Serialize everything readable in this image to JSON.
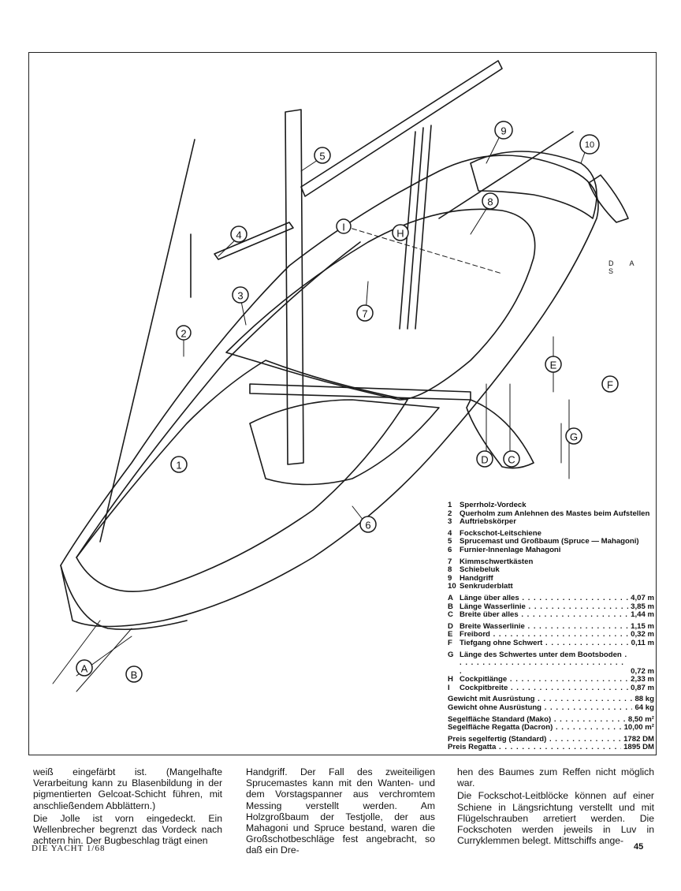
{
  "callouts": {
    "n1": "1",
    "n2": "2",
    "n3": "3",
    "n4": "4",
    "n5": "5",
    "n6": "6",
    "n7": "7",
    "n8": "8",
    "n9": "9",
    "n10": "10",
    "A": "A",
    "B": "B",
    "C": "C",
    "D": "D",
    "E": "E",
    "F": "F",
    "G": "G",
    "H": "H",
    "I": "I"
  },
  "drawing_text": "D A S",
  "legend": {
    "parts": [
      {
        "key": "1",
        "text": "Sperrholz-Vordeck"
      },
      {
        "key": "2",
        "text": "Querholm zum Anlehnen des Mastes beim Aufstellen"
      },
      {
        "key": "3",
        "text": "Auftriebskörper"
      },
      {
        "key": "4",
        "text": "Fockschot-Leitschiene"
      },
      {
        "key": "5",
        "text": "Sprucemast und Großbaum (Spruce — Mahagoni)"
      },
      {
        "key": "6",
        "text": "Furnier-Innenlage Mahagoni"
      },
      {
        "key": "7",
        "text": "Kimmschwertkästen"
      },
      {
        "key": "8",
        "text": "Schiebeluk"
      },
      {
        "key": "9",
        "text": "Handgriff"
      },
      {
        "key": "10",
        "text": "Senkruderblatt"
      }
    ],
    "dims": [
      {
        "key": "A",
        "text": "Länge über alles",
        "value": "4,07 m"
      },
      {
        "key": "B",
        "text": "Länge Wasserlinie",
        "value": "3,85 m"
      },
      {
        "key": "C",
        "text": "Breite über alles",
        "value": "1,44 m"
      },
      {
        "key": "D",
        "text": "Breite Wasserlinie",
        "value": "1,15 m"
      },
      {
        "key": "E",
        "text": "Freibord",
        "value": "0,32 m"
      },
      {
        "key": "F",
        "text": "Tiefgang ohne Schwert",
        "value": "0,11 m"
      },
      {
        "key": "G",
        "text": "Länge des Schwertes unter dem Bootsboden",
        "value": "0,72 m"
      },
      {
        "key": "H",
        "text": "Cockpitlänge",
        "value": "2,33 m"
      },
      {
        "key": "I",
        "text": "Cockpitbreite",
        "value": "0,87 m"
      },
      {
        "key": "",
        "text": "Gewicht mit Ausrüstung",
        "value": "88 kg"
      },
      {
        "key": "",
        "text": "Gewicht ohne Ausrüstung",
        "value": "64 kg"
      },
      {
        "key": "",
        "text": "Segelfläche Standard (Mako)",
        "value": "8,50 m²"
      },
      {
        "key": "",
        "text": "Segelfläche Regatta (Dacron)",
        "value": "10,00 m²"
      },
      {
        "key": "",
        "text": "Preis segelfertig (Standard)",
        "value": "1782 DM"
      },
      {
        "key": "",
        "text": "Preis Regatta",
        "value": "1895 DM"
      }
    ]
  },
  "columns": {
    "c1p1": "weiß eingefärbt ist. (Mangelhafte Verarbeitung kann zu Blasenbildung in der pigmentierten Gelcoat-Schicht führen, mit anschließendem Abblättern.)",
    "c1p2": "Die Jolle ist vorn eingedeckt. Ein Wellenbrecher begrenzt das Vordeck nach achtern hin. Der Bugbeschlag trägt einen",
    "c2p1": "Handgriff. Der Fall des zweiteiligen Sprucemastes kann mit den Wanten- und dem Vorstagspanner aus verchromtem Messing verstellt werden. Am Holzgroßbaum der Testjolle, der aus Mahagoni und Spruce bestand, waren die Großschotbeschläge fest angebracht, so daß ein Dre-",
    "c3p1": "hen des Baumes zum Reffen nicht möglich war.",
    "c3p2": "Die Fockschot-Leitblöcke können auf einer Schiene in Längsrichtung verstellt und mit Flügelschrauben arretiert werden. Die Fockschoten werden jeweils in Luv in Curryklemmen belegt. Mittschiffs ange-"
  },
  "footer": {
    "magazine": "DIE YACHT 1/68",
    "page": "45"
  }
}
